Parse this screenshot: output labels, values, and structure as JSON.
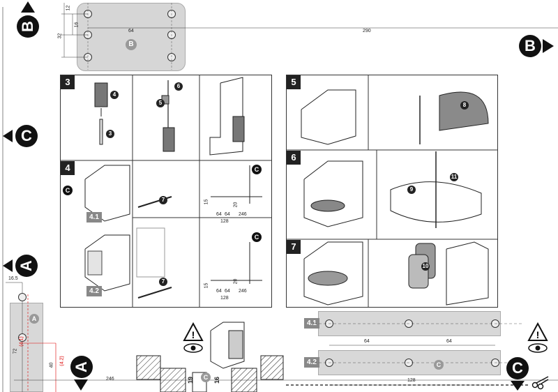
{
  "markers": {
    "A": "A",
    "B": "B",
    "C": "C"
  },
  "top_template": {
    "dim_12": "12",
    "dim_16": "16",
    "dim_32": "32",
    "dim_64": "64",
    "dim_290": "290",
    "plate_label": "B"
  },
  "steps": {
    "s3": "3",
    "s4": "4",
    "s5": "5",
    "s6": "6",
    "s7": "7"
  },
  "callouts": {
    "c3": "3",
    "c4": "4",
    "c5": "5",
    "c6": "6",
    "c7": "7",
    "c8": "8",
    "c9": "9",
    "c10": "10",
    "c11": "11"
  },
  "tags": {
    "t41": "4.1",
    "t42": "4.2",
    "t41b": "4.1",
    "t42b": "4.2"
  },
  "step4_dims": {
    "d15": "15",
    "d64a": "64",
    "d64b": "64",
    "d20": "20",
    "d246": "246",
    "d128": "128",
    "d15b": "15",
    "d64c": "64",
    "d64d": "64",
    "d20b": "20",
    "d246b": "246",
    "d128b": "128"
  },
  "bottom_left": {
    "d165": "16.5",
    "d72": "72",
    "d40": "40",
    "d246": "246",
    "red1": "(4.1)",
    "red2": "(4.2)",
    "label_A": "A"
  },
  "bottom_right_plates": {
    "d64a": "64",
    "d64b": "64",
    "d128": "128",
    "plate_label": "C"
  },
  "bottom_mid": {
    "d19": "19",
    "d16": "16",
    "label_C": "C"
  }
}
